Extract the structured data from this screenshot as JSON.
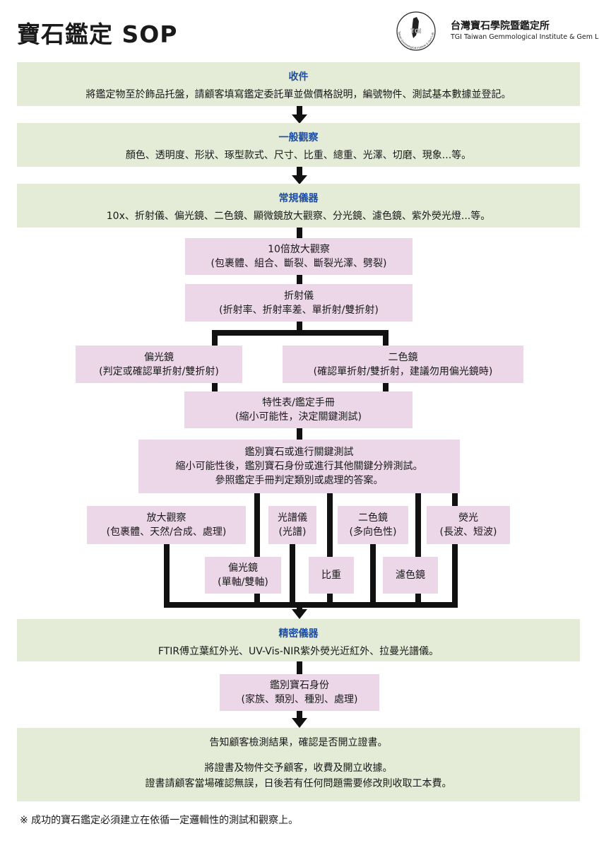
{
  "title": "寶石鑑定 SOP",
  "logo": {
    "mark": "TGI",
    "ring_text": "Taiwan Gemmological Institute & Gem Lab.",
    "name_zh": "台灣寶石學院暨鑑定所",
    "name_en": "TGI Taiwan Gemmological Institute & Gem Lab."
  },
  "colors": {
    "heading": "#1d4ea6",
    "green_box": "#e4ebd6",
    "pink_box": "#ecd7e9",
    "line": "#111111"
  },
  "steps": {
    "receive": {
      "heading": "收件",
      "body": "將鑑定物至於飾品托盤，請顧客填寫鑑定委託單並做價格說明，編號物件、測試基本數據並登記。"
    },
    "general": {
      "heading": "一般觀察",
      "body": "顏色、透明度、形狀、琢型款式、尺寸、比重、總重、光澤、切磨、現象...等。"
    },
    "standard": {
      "heading": "常規儀器",
      "body": "10x、折射儀、偏光鏡、二色鏡、顯微鏡放大觀察、分光鏡、濾色鏡、紫外熒光燈...等。"
    },
    "magnify": {
      "line1": "10倍放大觀察",
      "line2": "(包裹體、組合、斷裂、斷裂光澤、劈裂)"
    },
    "refract": {
      "line1": "折射儀",
      "line2": "(折射率、折射率差、單折射/雙折射)"
    },
    "polariscope": {
      "line1": "偏光鏡",
      "line2": "(判定或確認單折射/雙折射)"
    },
    "dichroscope": {
      "line1": "二色鏡",
      "line2": "(確認單折射/雙折射，建議勿用偏光鏡時)"
    },
    "chart": {
      "line1": "特性表/鑑定手冊",
      "line2": "(縮小可能性，決定關鍵測試)"
    },
    "identify": {
      "line1": "鑑別寶石或進行關鍵測試",
      "line2": "縮小可能性後，鑑別寶石身份或進行其他關鍵分辨測試。",
      "line3": "參照鑑定手冊判定類別或處理的答案。"
    },
    "tests": {
      "magnify": {
        "line1": "放大觀察",
        "line2": "(包裹體、天然/合成、處理)"
      },
      "polari": {
        "line1": "偏光鏡",
        "line2": "(單軸/雙軸)"
      },
      "spectro": {
        "line1": "光譜儀",
        "line2": "(光譜)"
      },
      "sg": {
        "line1": "比重"
      },
      "dichro": {
        "line1": "二色鏡",
        "line2": "(多向色性)"
      },
      "filter": {
        "line1": "濾色鏡"
      },
      "fluor": {
        "line1": "熒光",
        "line2": "(長波、短波)"
      }
    },
    "precision": {
      "heading": "精密儀器",
      "body": "FTIR傅立葉紅外光、UV-Vis-NIR紫外熒光近紅外、拉曼光譜儀。"
    },
    "result": {
      "line1": "鑑別寶石身份",
      "line2": "(家族、類別、種別、處理)"
    },
    "notify": {
      "line1": "告知顧客檢測結果，確認是否開立證書。",
      "line2": "將證書及物件交予顧客，收費及開立收據。",
      "line3": "證書請顧客當場確認無誤，日後若有任何問題需要修改則收取工本費。"
    }
  },
  "footnote": "※ 成功的寶石鑑定必須建立在依循一定邏輯性的測試和觀察上。"
}
